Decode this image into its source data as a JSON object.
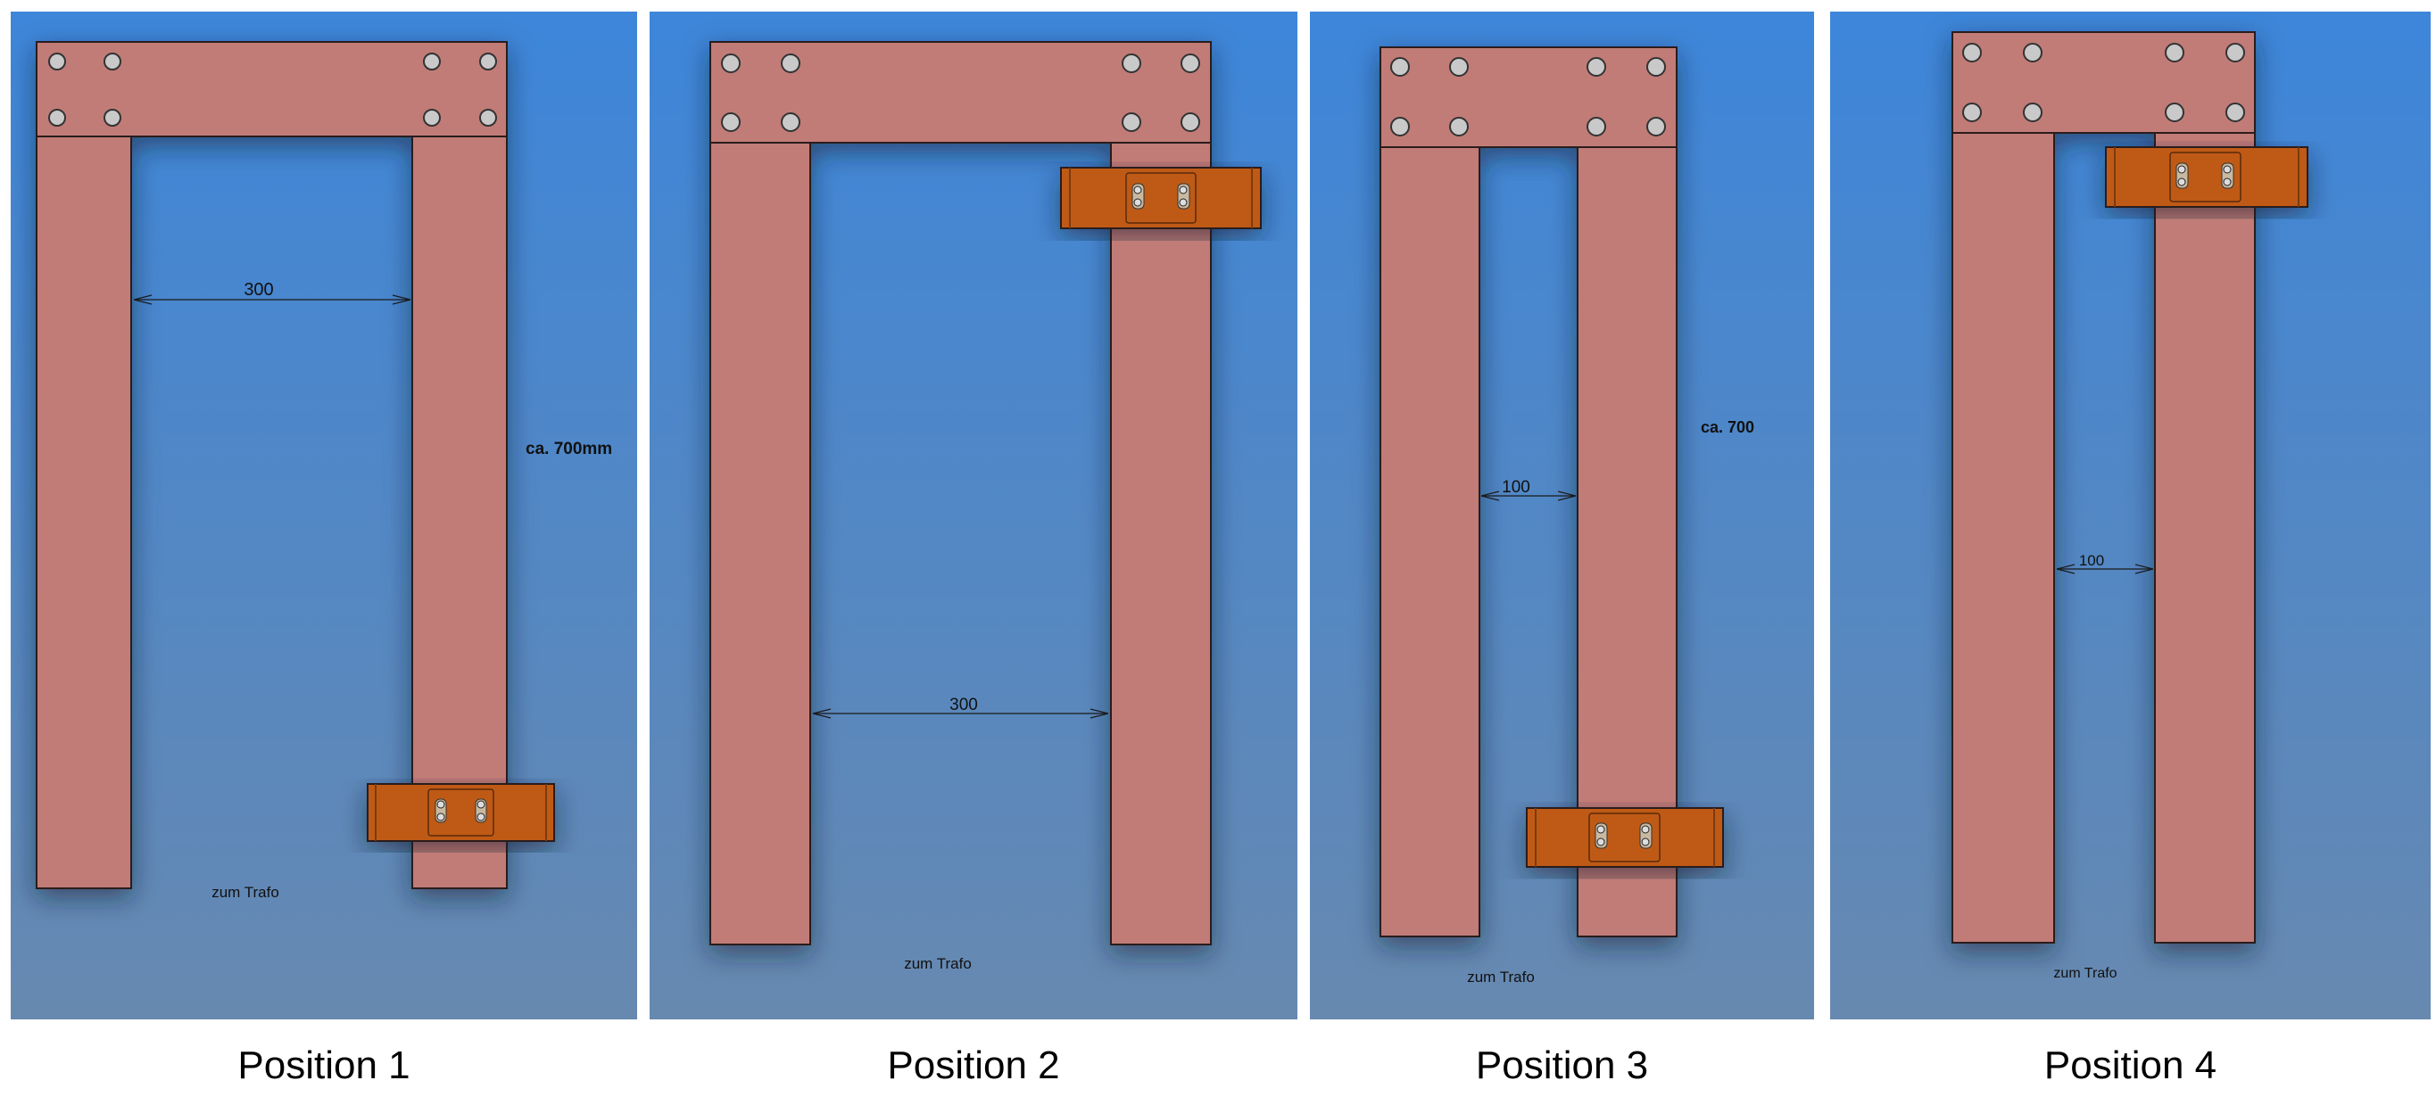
{
  "panels": [
    {
      "caption": "Position 1",
      "dimension_label": "300",
      "length_label": "ca. 700mm",
      "outlet_label": "zum Trafo",
      "clamp": "bottom-right"
    },
    {
      "caption": "Position 2",
      "dimension_label": "300",
      "length_label": "",
      "outlet_label": "zum Trafo",
      "clamp": "top-right"
    },
    {
      "caption": "Position 3",
      "dimension_label": "100",
      "length_label": "ca. 700",
      "outlet_label": "zum Trafo",
      "clamp": "bottom-right"
    },
    {
      "caption": "Position 4",
      "dimension_label": "100",
      "length_label": "",
      "outlet_label": "zum Trafo",
      "clamp": "top-right"
    }
  ],
  "colors": {
    "background_top": "#3d86da",
    "background_bottom": "#6789b0",
    "busbar": "#c17b77",
    "clamp": "#bf5a12",
    "outline": "#2a1a1a"
  }
}
